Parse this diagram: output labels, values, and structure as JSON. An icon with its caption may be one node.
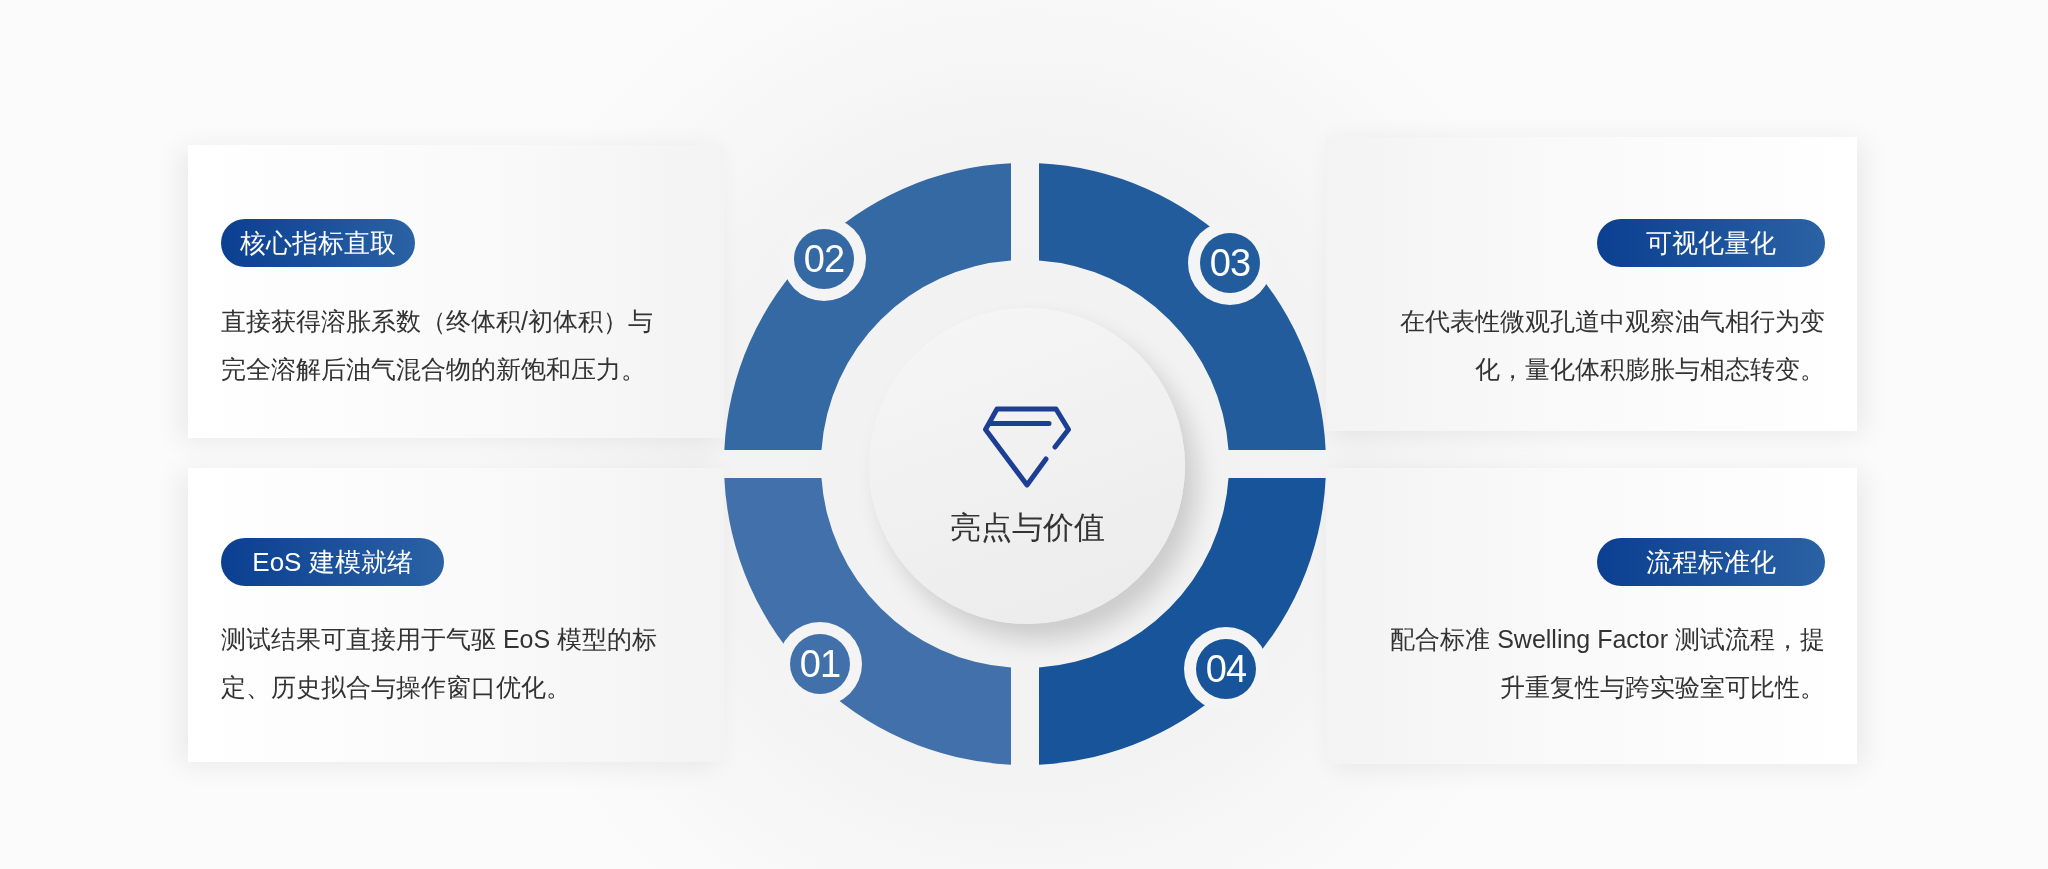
{
  "diagram": {
    "nodes": [
      {
        "text": [
          "直接获得溶胀系数（终体积/初体积）与完全溶解后油气混合物的新饱和压力。"
        ]
      },
      {
        "text": [
          "核心指标直取"
        ],
        "in": 0
      },
      {
        "text": [
          "02"
        ]
      },
      {
        "text": [
          "在代表性微观孔道中观察油气相行为变化，量化体积膨胀与相态转变。"
        ]
      },
      {
        "text": [
          "可视化量化"
        ],
        "in": 3
      },
      {
        "text": [
          "03"
        ]
      },
      {
        "text": [
          "亮点与价值"
        ]
      },
      {
        "text": [
          "测试结果可直接用于气驱 EoS 模型的标定、历史拟合与操作窗口优化。"
        ]
      },
      {
        "text": [
          "EoS 建模就绪"
        ],
        "in": 7
      },
      {
        "text": [
          "01"
        ]
      },
      {
        "text": [
          "配合标准 Swelling Factor 测试流程，提升重复性与跨实验室可比性。"
        ]
      },
      {
        "text": [
          "流程标准化"
        ],
        "in": 10
      },
      {
        "text": [
          "04"
        ]
      }
    ]
  }
}
